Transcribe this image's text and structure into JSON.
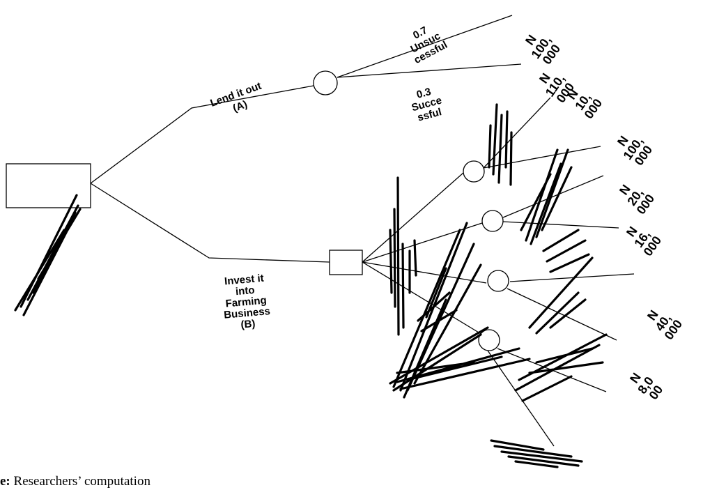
{
  "labels": {
    "lend": "Lend it out",
    "lend_code": "(A)",
    "invest_1": "Invest it",
    "invest_2": "into",
    "invest_3": "Farming",
    "invest_4": "Business",
    "invest_code": "(B)",
    "p_unc_1": "0.7",
    "p_unc_2": "Unsuc",
    "p_unc_3": "cessful",
    "p_suc_1": "0.3",
    "p_suc_2": "Succe",
    "p_suc_3": "ssful"
  },
  "payoffs": {
    "p1_a": "N",
    "p1_b": "100,",
    "p1_c": "000",
    "p2_a": "N",
    "p2_b": "110,",
    "p2_c": "000",
    "p3_a": "N",
    "p3_b": "10,",
    "p3_c": "000",
    "p4_a": "N",
    "p4_b": "100,",
    "p4_c": "000",
    "p5_a": "N",
    "p5_b": "20,",
    "p5_c": "000",
    "p6_a": "N",
    "p6_b": "16,",
    "p6_c": "000",
    "p7_a": "N",
    "p7_b": "40,",
    "p7_c": "000",
    "p8_a": "N",
    "p8_b": "8,0",
    "p8_c": "00"
  },
  "source": {
    "label": "e:",
    "text": "Researchers’ computation"
  }
}
